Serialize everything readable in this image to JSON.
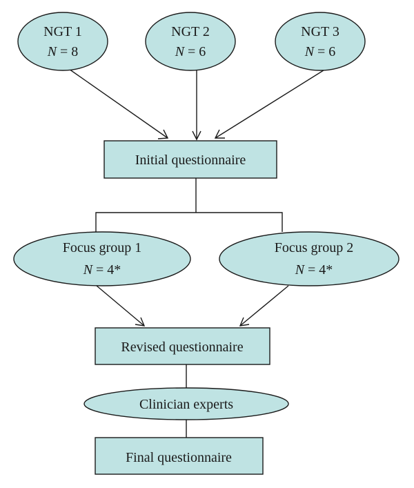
{
  "diagram": {
    "ngt1": {
      "title": "NGT 1",
      "n_label": "N",
      "n_value": "= 8"
    },
    "ngt2": {
      "title": "NGT 2",
      "n_label": "N",
      "n_value": "= 6"
    },
    "ngt3": {
      "title": "NGT 3",
      "n_label": "N",
      "n_value": "= 6"
    },
    "initial": "Initial questionnaire",
    "focus1": {
      "title": "Focus group 1",
      "n_label": "N",
      "n_value": "= 4*"
    },
    "focus2": {
      "title": "Focus group 2",
      "n_label": "N",
      "n_value": "= 4*"
    },
    "revised": "Revised questionnaire",
    "clinician": "Clinician experts",
    "final": "Final questionnaire",
    "colors": {
      "node_fill": "#bfe3e3",
      "stroke": "#1a1a1a"
    }
  }
}
